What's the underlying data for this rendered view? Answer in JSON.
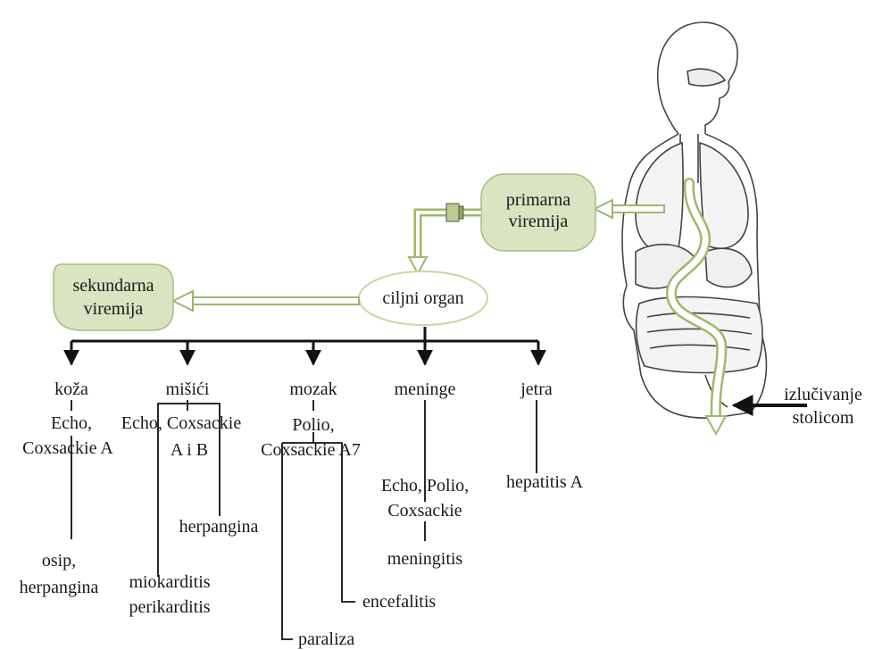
{
  "colors": {
    "node_fill": "#d9e4c2",
    "node_stroke": "#a8bc7e",
    "hollow_arrow": "#9fb86a",
    "line": "#111111"
  },
  "nodes": {
    "primary": {
      "line1": "primarna",
      "line2": "viremija"
    },
    "target": {
      "label": "ciljni organ"
    },
    "secondary": {
      "line1": "sekundarna",
      "line2": "viremija"
    },
    "excretion": {
      "line1": "izlučivanje",
      "line2": "stolicom"
    }
  },
  "branches": {
    "koza": {
      "organ": "koža",
      "virus_l1": "Echo,",
      "virus_l2": "Coxsackie A",
      "disease_l1": "osip,",
      "disease_l2": "herpangina"
    },
    "misici": {
      "organ": "mišići",
      "virus_l1": "Echo, Coxsackie",
      "virus_l2": "A i B",
      "disease_a": "herpangina",
      "disease_b_l1": "miokarditis",
      "disease_b_l2": "perikarditis"
    },
    "mozak": {
      "organ": "mozak",
      "virus_l1": "Polio,",
      "virus_l2": "Coxsackie A7",
      "disease_a": "encefalitis",
      "disease_b": "paraliza"
    },
    "meninge": {
      "organ": "meninge",
      "virus_l1": "Echo, Polio,",
      "virus_l2": "Coxsackie",
      "disease": "meningitis"
    },
    "jetra": {
      "organ": "jetra",
      "disease": "hepatitis A"
    }
  },
  "icons": [
    "human-anatomy-icon",
    "valve-icon"
  ]
}
